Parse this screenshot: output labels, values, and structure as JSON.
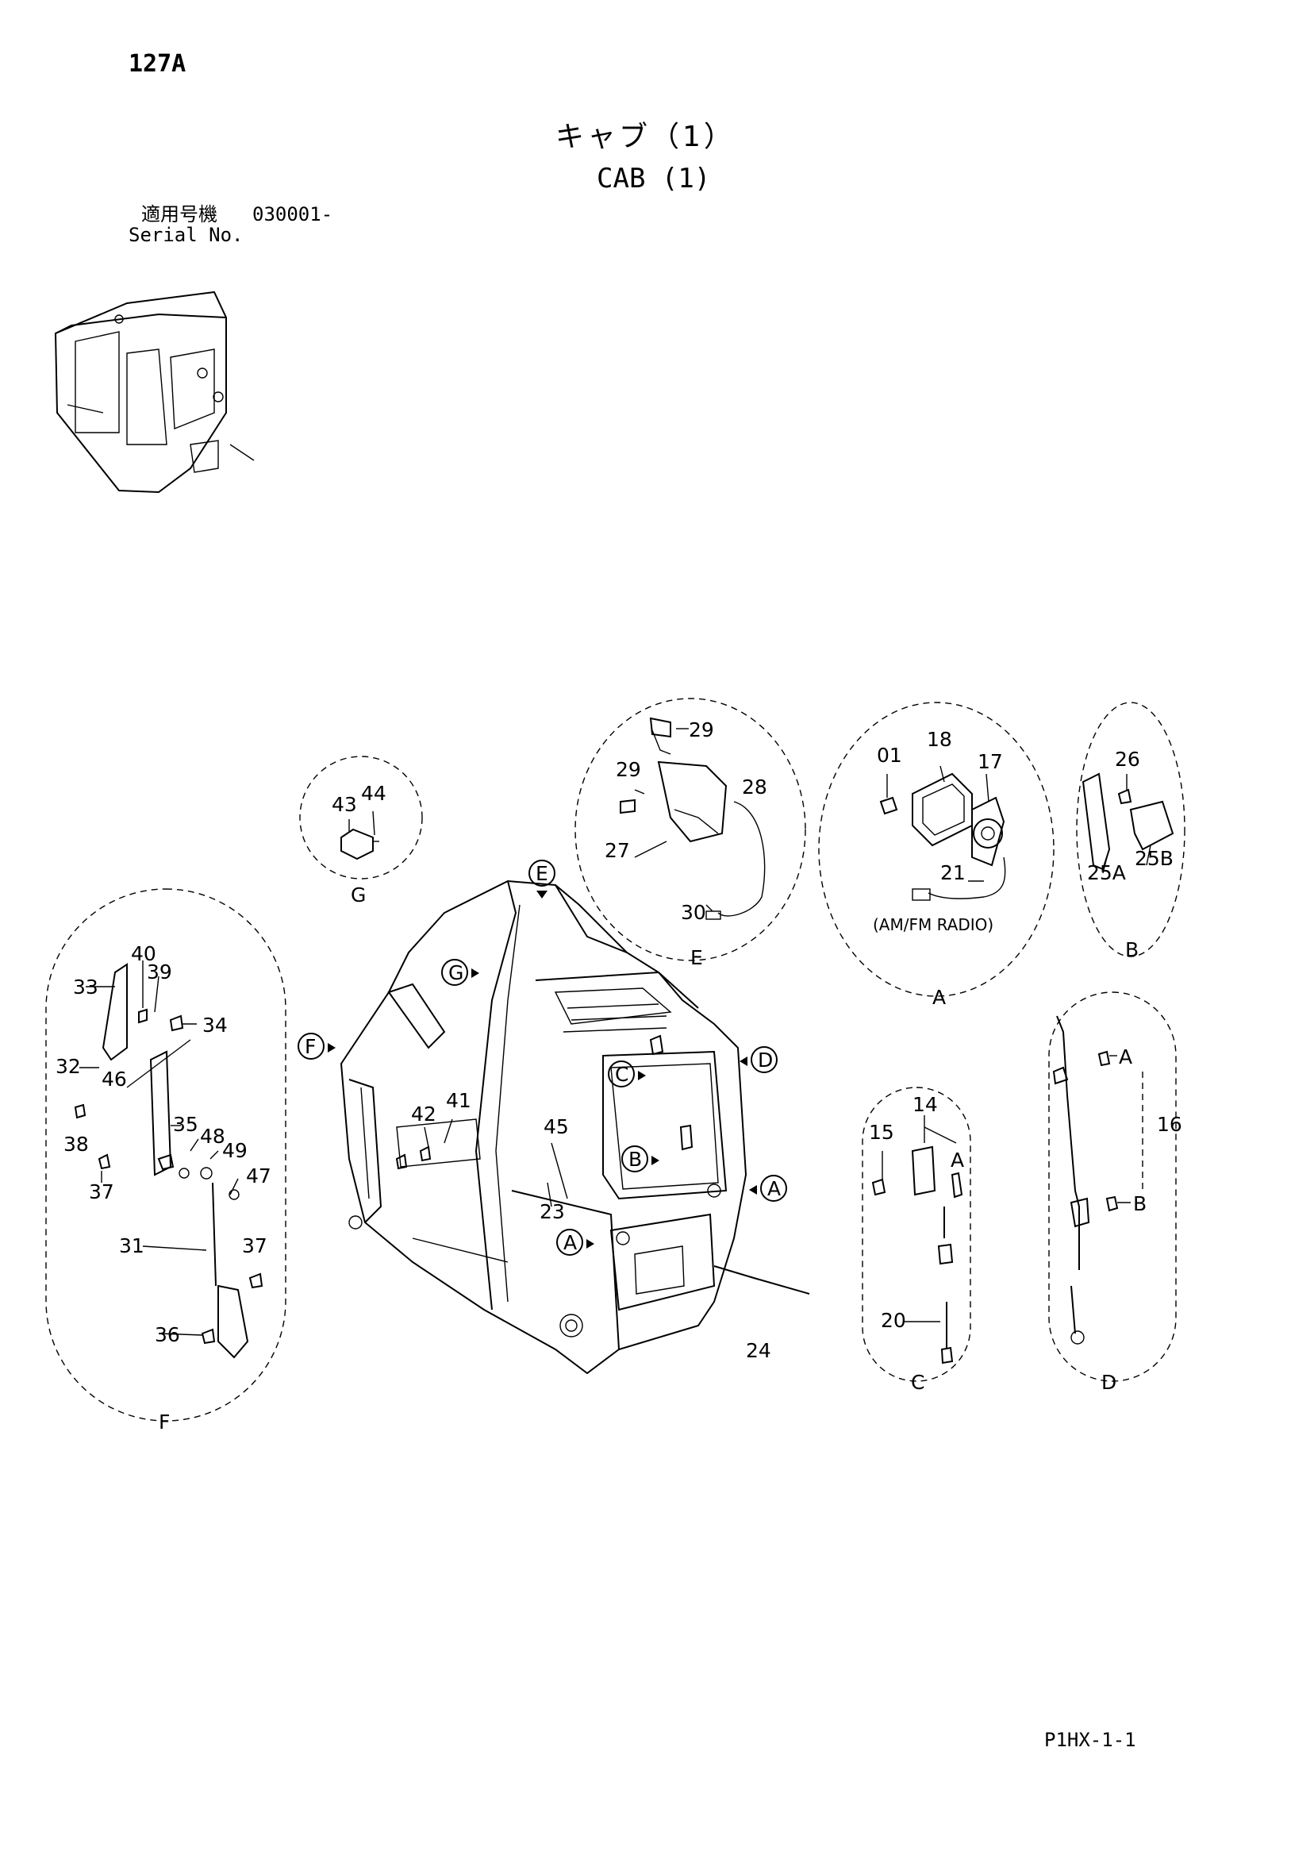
{
  "header": {
    "page_number": "127A",
    "title_jp": "キャブ（1）",
    "title_en": "CAB (1)",
    "serial_label_jp": "適用号機",
    "serial_value": "030001-",
    "serial_label_en": "Serial No."
  },
  "callouts": {
    "g43": "43",
    "g44": "44",
    "gG": "G",
    "e29a": "29",
    "e29b": "29",
    "e28": "28",
    "e27": "27",
    "e30": "30",
    "eE": "E",
    "a01": "01",
    "a18": "18",
    "a17": "17",
    "a21": "21",
    "aRadio": "(AM/FM RADIO)",
    "aA": "A",
    "b26": "26",
    "b25A": "25A",
    "b25B": "25B",
    "bB": "B",
    "f40": "40",
    "f39": "39",
    "f33": "33",
    "f34": "34",
    "f32": "32",
    "f46": "46",
    "f35": "35",
    "f38": "38",
    "f48": "48",
    "f49": "49",
    "f47": "47",
    "f37a": "37",
    "f31": "31",
    "f37b": "37",
    "f36": "36",
    "fF": "F",
    "c14": "14",
    "c15": "15",
    "cA": "A",
    "c20": "20",
    "cC": "C",
    "d16": "16",
    "dA": "A",
    "dB": "B",
    "dD": "D",
    "m42": "42",
    "m41": "41",
    "m45": "45",
    "m23": "23",
    "m24": "24",
    "flagE": "E",
    "flagG": "G",
    "flagF": "F",
    "flagC": "C",
    "flagD": "D",
    "flagB": "B",
    "flagA1": "A",
    "flagA2": "A"
  },
  "footer": {
    "code": "P1HX-1-1"
  }
}
